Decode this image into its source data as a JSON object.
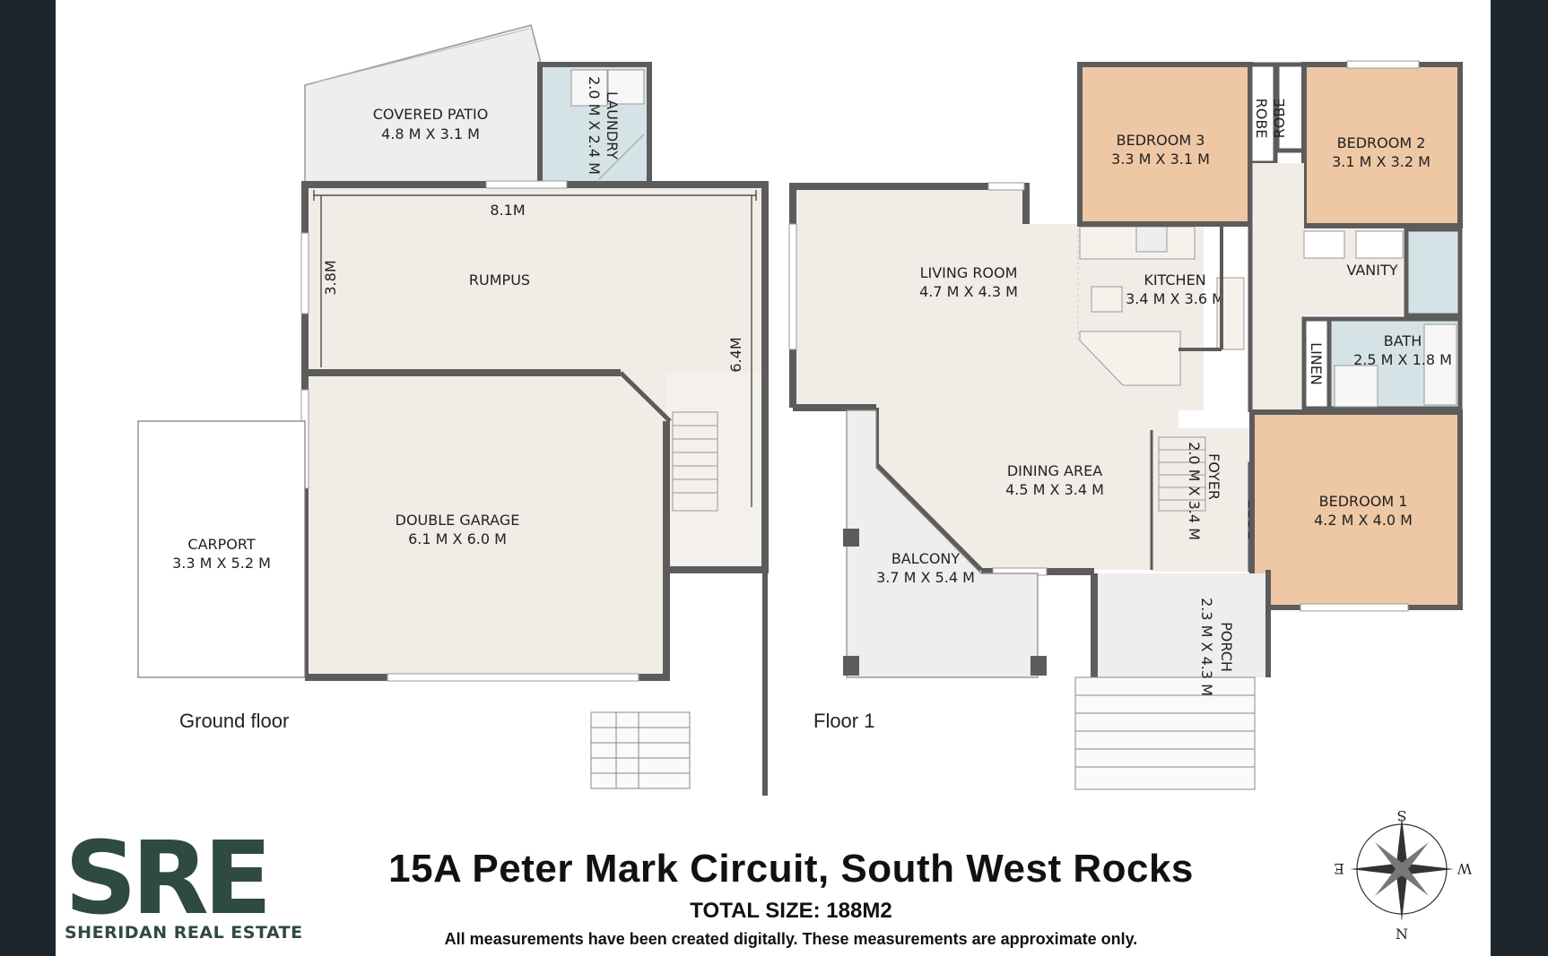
{
  "address": "15A Peter Mark Circuit, South West Rocks",
  "total_size": "TOTAL SIZE: 188M2",
  "disclaimer": "All measurements have been created digitally. These measurements are approximate only.",
  "logo": {
    "mark": "SRE",
    "name": "SHERIDAN REAL ESTATE",
    "color": "#2f4a3e"
  },
  "compass": {
    "top": "S",
    "bottom": "N",
    "left": "E",
    "right": "W"
  },
  "ground_floor": {
    "name": "Ground floor",
    "covered_patio": {
      "name": "COVERED PATIO",
      "size": "4.8 M X 3.1 M"
    },
    "laundry": {
      "name": "LAUNDRY",
      "size": "2.0 M X 2.4 M"
    },
    "rumpus": {
      "name": "RUMPUS",
      "width": "8.1M",
      "depth": "3.8M",
      "overall": "6.4M"
    },
    "double_garage": {
      "name": "DOUBLE GARAGE",
      "size": "6.1 M X 6.0 M"
    },
    "carport": {
      "name": "CARPORT",
      "size": "3.3 M X 5.2 M"
    }
  },
  "floor_1": {
    "name": "Floor 1",
    "bedroom_3": {
      "name": "BEDROOM 3",
      "size": "3.3 M X 3.1 M"
    },
    "bedroom_2": {
      "name": "BEDROOM 2",
      "size": "3.1 M X 3.2 M"
    },
    "bedroom_1": {
      "name": "BEDROOM 1",
      "size": "4.2 M X 4.0 M"
    },
    "robe_a": "ROBE",
    "robe_b": "ROBE",
    "robe_c": "ROBE",
    "living_room": {
      "name": "LIVING ROOM",
      "size": "4.7 M X 4.3 M"
    },
    "kitchen": {
      "name": "KITCHEN",
      "size": "3.4 M X 3.6 M"
    },
    "vanity": "VANITY",
    "bath": {
      "name": "BATH",
      "size": "2.5 M X 1.8 M"
    },
    "linen": "LINEN",
    "dining_area": {
      "name": "DINING AREA",
      "size": "4.5 M X 3.4 M"
    },
    "foyer": {
      "name": "FOYER",
      "size": "2.0 M X 3.4 M"
    },
    "balcony": {
      "name": "BALCONY",
      "size": "3.7 M X 5.4 M"
    },
    "porch": {
      "name": "PORCH",
      "size": "2.3 M X 4.3 M"
    }
  },
  "colors": {
    "room": "#f2ece6",
    "bedroom": "#eec7a5",
    "wet": "#d5e3e6",
    "outdoor": "#eeeeee",
    "wall": "#5c5c5c"
  }
}
